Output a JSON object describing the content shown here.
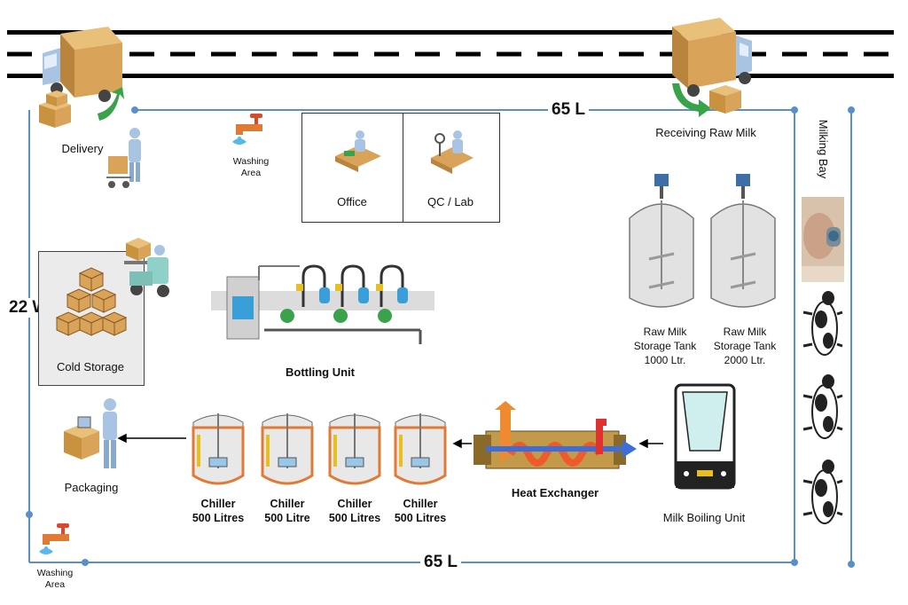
{
  "road": {
    "label": ""
  },
  "dimensions": {
    "top": "65 L",
    "bottom": "65 L",
    "left": "22 W"
  },
  "areas": {
    "delivery": "Delivery",
    "washing_top": [
      "Washing",
      "Area"
    ],
    "washing_bottom": [
      "Washing",
      "Area"
    ],
    "office": "Office",
    "qc_lab": "QC / Lab",
    "receiving": "Receiving Raw Milk",
    "milking_bay": "Milking Bay",
    "cold_storage": "Cold Storage",
    "bottling_unit": "Bottling Unit",
    "packaging": "Packaging",
    "heat_exchanger": "Heat Exchanger",
    "milk_boiling": "Milk Boiling Unit"
  },
  "tanks": [
    {
      "lines": [
        "Raw Milk",
        "Storage Tank",
        "1000 Ltr."
      ]
    },
    {
      "lines": [
        "Raw Milk",
        "Storage Tank",
        "2000 Ltr."
      ]
    }
  ],
  "chillers": [
    {
      "name": "Chiller",
      "capacity": "500 Litres"
    },
    {
      "name": "Chiller",
      "capacity": "500 Litre"
    },
    {
      "name": "Chiller",
      "capacity": "500 Litres"
    },
    {
      "name": "Chiller",
      "capacity": "500 Litres"
    }
  ],
  "colors": {
    "boundary": "#5b8fc9",
    "road": "#000000",
    "box": "#d9a35a",
    "truck": "#a9c3e3",
    "arrow_green": "#3aa24a"
  }
}
